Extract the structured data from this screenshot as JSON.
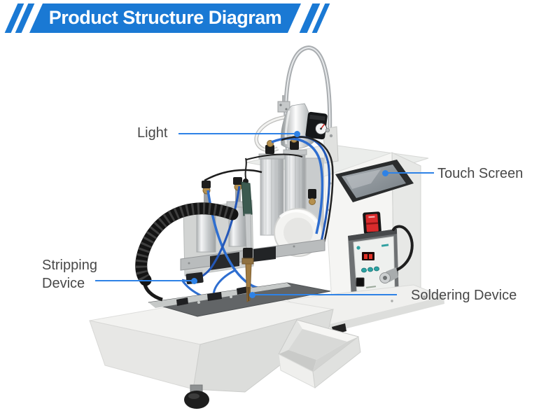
{
  "header": {
    "title": "Product Structure Diagram"
  },
  "callouts": {
    "light": "Light",
    "touch_screen": "Touch Screen",
    "stripping_device": "Stripping Device",
    "soldering_device": "Soldering Device"
  },
  "colors": {
    "banner_blue": "#1a79d4",
    "leader_line_blue": "#2e82e6",
    "label_text": "#484848"
  }
}
